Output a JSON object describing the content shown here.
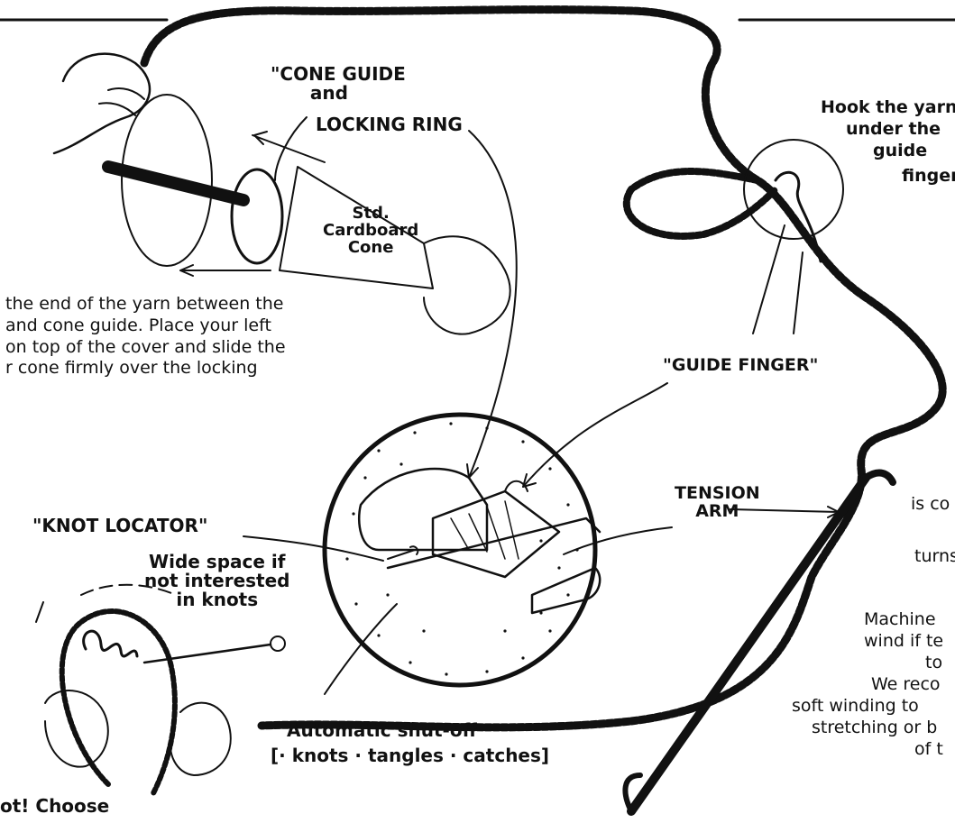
{
  "labels": {
    "cone_guide_line1": "\"CONE GUIDE",
    "cone_guide_line2": "and",
    "cone_guide_line3": "LOCKING RING",
    "std_cone_line1": "Std.",
    "std_cone_line2": "Cardboard",
    "std_cone_line3": "Cone",
    "hook_line1": "Hook the yarn",
    "hook_line2": "under the",
    "hook_line3": "guide",
    "hook_line4": "finger",
    "guide_finger": "\"GUIDE FINGER\"",
    "tension_line1": "TENSION",
    "tension_line2": "ARM",
    "knot_locator": "\"KNOT LOCATOR\"",
    "wide_line1": "Wide space if",
    "wide_line2": "not interested",
    "wide_line3": "in knots",
    "shutoff_line1": "Automatic shut-off",
    "shutoff_line2": "[· knots · tangles · catches]",
    "choose_line": "ot! Choose"
  },
  "instructions": {
    "line1": "the end of the yarn between the",
    "line2": "and cone guide. Place your left",
    "line3": "on top of the cover and slide the",
    "line4": "r cone firmly over the locking"
  },
  "right_text": {
    "line1": "is co",
    "line2": "turns",
    "line3": "Machine",
    "line4": "wind if te",
    "line5": "to",
    "line6": "We reco",
    "line7": "soft winding to",
    "line8": "stretching or b",
    "line9": "of t"
  },
  "colors": {
    "ink": "#111111",
    "paper": "#ffffff"
  }
}
